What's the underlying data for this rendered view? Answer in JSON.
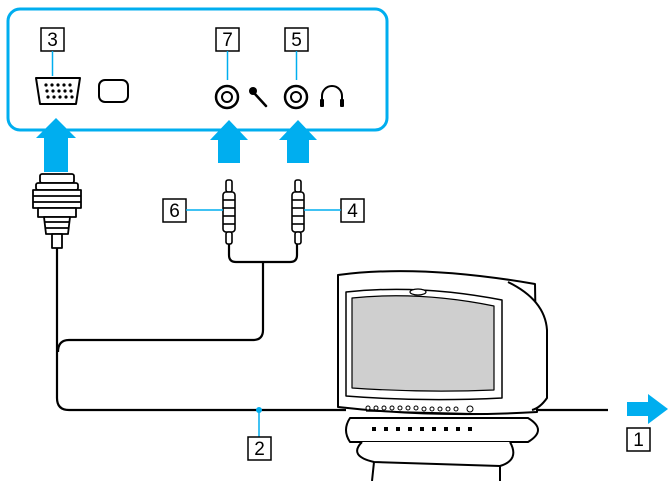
{
  "diagram": {
    "callouts": [
      {
        "id": "1",
        "label": "1"
      },
      {
        "id": "2",
        "label": "2"
      },
      {
        "id": "3",
        "label": "3"
      },
      {
        "id": "4",
        "label": "4"
      },
      {
        "id": "5",
        "label": "5"
      },
      {
        "id": "6",
        "label": "6"
      },
      {
        "id": "7",
        "label": "7"
      }
    ],
    "colors": {
      "panel_border": "#00aeef",
      "arrow": "#00aeef",
      "leader": "#00aeef",
      "line": "#000000",
      "screen_fill": "#cfcfcf",
      "monitor_fill": "#ffffff",
      "background": "#ffffff"
    },
    "icons": [
      "vga-port-icon",
      "monitor-symbol-icon",
      "microphone-jack-icon",
      "microphone-icon",
      "headphone-jack-icon",
      "headphones-icon",
      "vga-connector-icon",
      "audio-plug-icon",
      "crt-monitor-icon",
      "power-arrow-icon"
    ]
  }
}
